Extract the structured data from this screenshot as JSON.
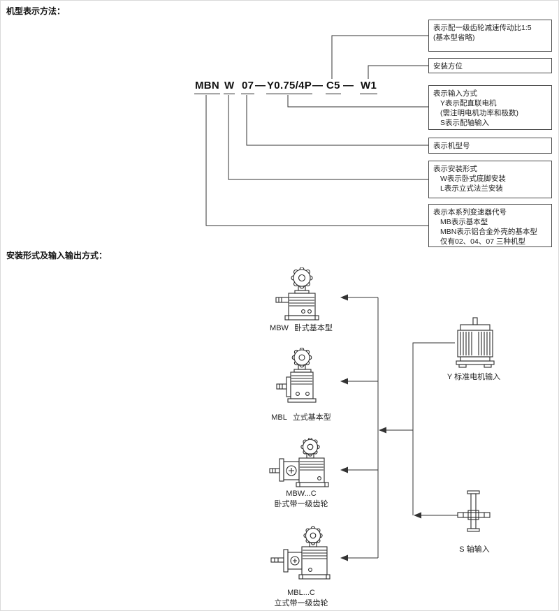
{
  "colors": {
    "ink": "#1a1a1a",
    "line": "#333333",
    "box_border": "#4a4a4a"
  },
  "section_model": {
    "title": "机型表示方法：",
    "code": {
      "series": "MBN",
      "mount": "W",
      "size": "07",
      "dash": "—",
      "input": "Y0.75/4P",
      "ratio": "C5",
      "orientation": "W1"
    },
    "callouts": {
      "ratio": {
        "l1": "表示配一级齿轮减速传动比1:5",
        "l2": "(基本型省略)"
      },
      "orientation": {
        "l1": "安装方位"
      },
      "input": {
        "l1": "表示输入方式",
        "l2": "Y表示配直联电机",
        "l3": "(需注明电机功率和极数)",
        "l4": "S表示配轴输入"
      },
      "size": {
        "l1": "表示机型号"
      },
      "mount": {
        "l1": "表示安装形式",
        "l2": "W表示卧式底脚安装",
        "l3": "L表示立式法兰安装"
      },
      "series": {
        "l1": "表示本系列变速器代号",
        "l2": "MB表示基本型",
        "l3": "MBN表示铝合金外壳的基本型",
        "l4": "仅有02、04、07 三种机型"
      }
    }
  },
  "section_install": {
    "title": "安装形式及输入输出方式：",
    "reducers": {
      "mbw": {
        "code": "MBW",
        "desc": "卧式基本型"
      },
      "mbl": {
        "code": "MBL",
        "desc": "立式基本型"
      },
      "mbwc": {
        "code": "MBW...C",
        "desc": "卧式带一级齿轮"
      },
      "mblc": {
        "code": "MBL...C",
        "desc": "立式带一级齿轮"
      }
    },
    "inputs": {
      "motor": "Y 标准电机输入",
      "shaft": "S 轴输入"
    }
  }
}
